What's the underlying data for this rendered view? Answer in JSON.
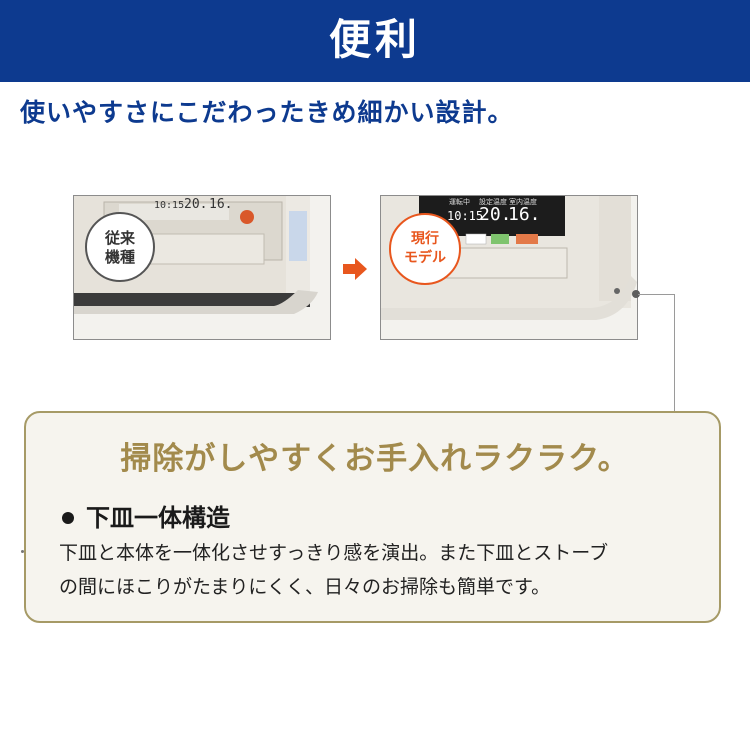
{
  "header": {
    "title": "便利"
  },
  "subtitle": "使いやすさにこだわったきめ細かい設計。",
  "comparison": {
    "old_label_line1": "従来",
    "old_label_line2": "機種",
    "new_label_line1": "現行",
    "new_label_line2": "モデル",
    "old_display_time": "10:15",
    "old_display_temp1": "20.",
    "old_display_temp2": "16.",
    "new_display_status": "運転中",
    "new_display_set": "設定温度",
    "new_display_room": "室内温度",
    "new_display_time": "10:15",
    "new_display_temp1": "20.",
    "new_display_temp2": "16."
  },
  "panel": {
    "title": "掃除がしやすくお手入れラクラク。",
    "feature_title": "下皿一体構造",
    "desc_line1": "下皿と本体を一体化させすっきり感を演出。また下皿とストーブ",
    "desc_line2": "の間にほこりがたまりにくく、日々のお掃除も簡単です。"
  },
  "colors": {
    "header_bg": "#0d3a8f",
    "subtitle": "#0d3a8f",
    "panel_border": "#a69a66",
    "panel_title": "#a28a4c",
    "arrow": "#e8571e",
    "new_badge": "#e8571e"
  },
  "icons": {
    "arrow": "arrow-right-icon",
    "bullet": "bullet-icon"
  }
}
